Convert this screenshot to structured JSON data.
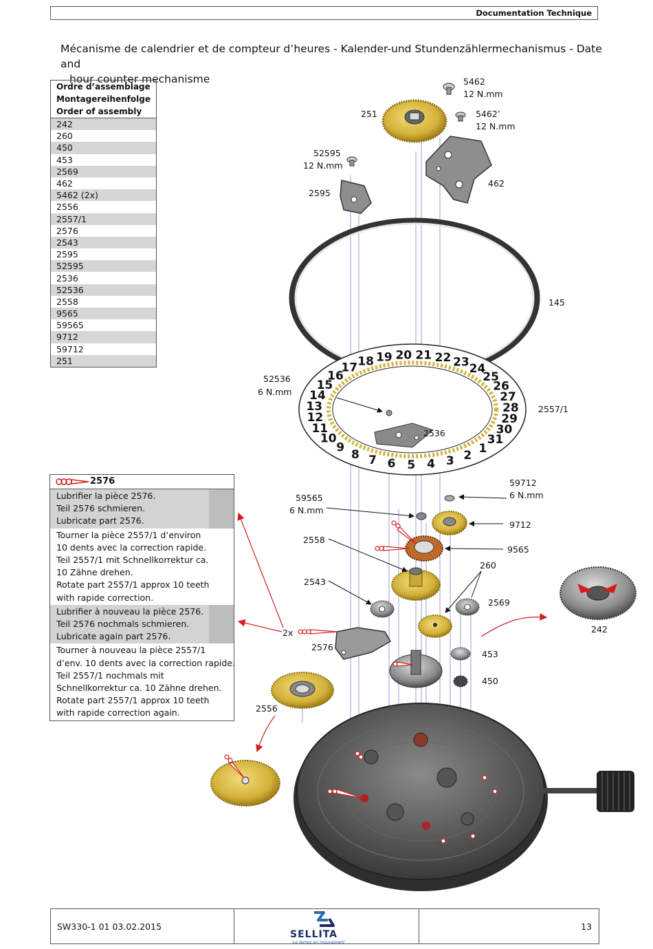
{
  "header": {
    "label": "Documentation Technique"
  },
  "title": {
    "line1": "Mécanisme de calendrier et de compteur d’heures - Kalender-und Stundenzählermechanismus - Date and",
    "line2": "hour counter mechanisme"
  },
  "assembly": {
    "header": [
      "Ordre d’assemblage",
      "Montagereihenfolge",
      "Order of assembly"
    ],
    "items": [
      "242",
      "260",
      "450",
      "453",
      "2569",
      "462",
      "5462 (2x)",
      "2556",
      "2557/1",
      "2576",
      "2543",
      "2595",
      "52595",
      "2536",
      "52536",
      "2558",
      "9565",
      "59565",
      "9712",
      "59712",
      "251"
    ]
  },
  "lubrication": {
    "part": "2576",
    "steps": [
      [
        "Lubrifier la pièce 2576.",
        "Teil 2576 schmieren.",
        "Lubricate part 2576."
      ],
      [
        "Tourner la pièce 2557/1 d’environ",
        "10 dents avec la correction rapide.",
        "Teil 2557/1 mit Schnellkorrektur ca.",
        "10 Zähne drehen.",
        "Rotate part 2557/1 approx 10 teeth",
        "with rapide correction."
      ],
      [
        "Lubrifier à nouveau la pièce 2576.",
        "Teil 2576 nochmals schmieren.",
        "Lubricate again part 2576."
      ],
      [
        "Tourner à nouveau la pièce 2557/1",
        "d’env. 10 dents avec la correction rapide.",
        "Teil 2557/1 nochmals mit",
        "Schnellkorrektur ca. 10 Zähne drehen.",
        "Rotate part 2557/1 approx 10 teeth",
        "with rapide correction again."
      ]
    ]
  },
  "labels": {
    "p5462": "5462",
    "t5462": "12 N.mm",
    "p251": "251",
    "p5462b": "5462’",
    "t5462b": "12 N.mm",
    "p52595": "52595",
    "t52595": "12 N.mm",
    "p2595": "2595",
    "p462": "462",
    "p145": "145",
    "p52536": "52536",
    "t52536": "6 N.mm",
    "p2557": "2557/1",
    "p2536": "2536",
    "p59712": "59712",
    "t59712": "6 N.mm",
    "p59565": "59565",
    "t59565": "6 N.mm",
    "p9712": "9712",
    "p2558": "2558",
    "p9565": "9565",
    "p260": "260",
    "p2543": "2543",
    "p2569": "2569",
    "p242": "242",
    "p2x": "2x",
    "p2576": "2576",
    "p453": "453",
    "p450": "450",
    "p2556": "2556"
  },
  "date_ring_numbers": [
    "13",
    "14",
    "15",
    "16",
    "17",
    "18",
    "19",
    "20",
    "21",
    "22",
    "23",
    "24",
    "25",
    "26",
    "27",
    "28",
    "29",
    "30",
    "31",
    "1",
    "2",
    "3",
    "4",
    "5",
    "6",
    "7",
    "8",
    "9",
    "10",
    "11",
    "12"
  ],
  "footer": {
    "ref": "SW330-1  01  03.02.2015",
    "brand": "SELLITA",
    "tagline": "Le temps en mouvement",
    "page": "13"
  },
  "colors": {
    "gold": "#d4b23a",
    "dark_gold": "#9c7d14",
    "metal": "#9a9a9a",
    "red": "#d21f1f",
    "blue_line": "#4a55b8"
  }
}
